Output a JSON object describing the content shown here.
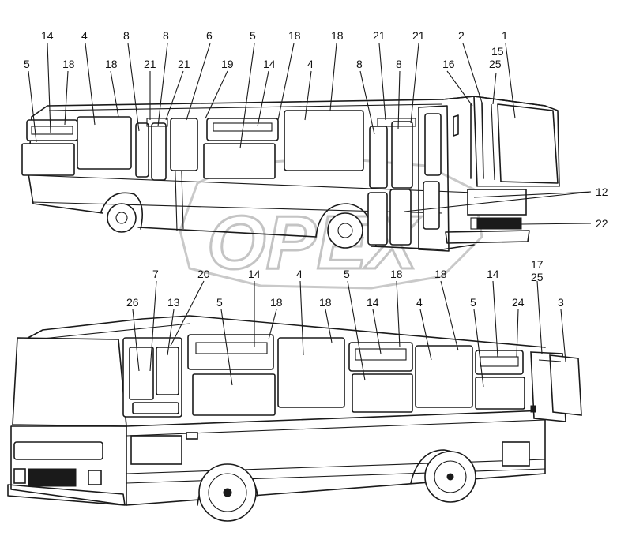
{
  "watermark": {
    "text": "OPEX"
  },
  "callouts": {
    "c5a": "5",
    "c14a": "14",
    "c18a": "18",
    "c4a": "4",
    "c18b": "18",
    "c8a": "8",
    "c21a": "21",
    "c8b": "8",
    "c21b": "21",
    "c6": "6",
    "c19": "19",
    "c5b": "5",
    "c14b": "14",
    "c18c": "18",
    "c4b": "4",
    "c18d": "18",
    "c8c": "8",
    "c21c": "21",
    "c8d": "8",
    "c21d": "21",
    "c2": "2",
    "c16": "16",
    "c15": "15",
    "c25a": "25",
    "c1": "1",
    "c12": "12",
    "c22": "22",
    "c7": "7",
    "c26": "26",
    "c13": "13",
    "c20": "20",
    "c5c": "5",
    "c14c": "14",
    "c18e": "18",
    "c4c": "4",
    "c5d": "5",
    "c18f": "18",
    "c14d": "14",
    "c18g": "18",
    "c4d": "4",
    "c5e": "5",
    "c14e": "14",
    "c24": "24",
    "c17": "17",
    "c25b": "25",
    "c3": "3"
  }
}
